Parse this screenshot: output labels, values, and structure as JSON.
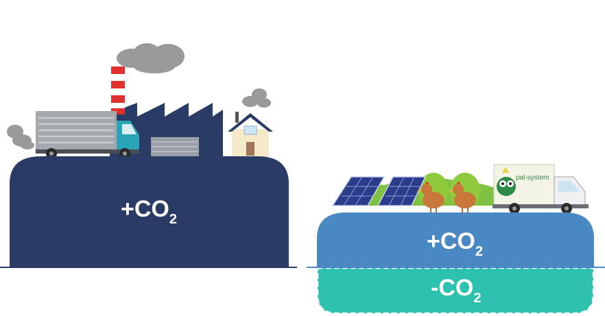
{
  "left_block": {
    "label_main": "+CO",
    "label_sub": "2",
    "color": "#2a3c65"
  },
  "right_block": {
    "plus_label_main": "+CO",
    "plus_label_sub": "2",
    "plus_color": "#4a88c4",
    "minus_label_main": "-CO",
    "minus_label_sub": "2",
    "minus_color": "#2ec1b0"
  },
  "truck_right": {
    "brand_text": "pal-system"
  },
  "icons": [
    "factory-icon",
    "smokestack-icon",
    "truck-icon",
    "house-icon",
    "solar-panel-icon",
    "chicken-icon",
    "smoke-cloud-icon"
  ]
}
